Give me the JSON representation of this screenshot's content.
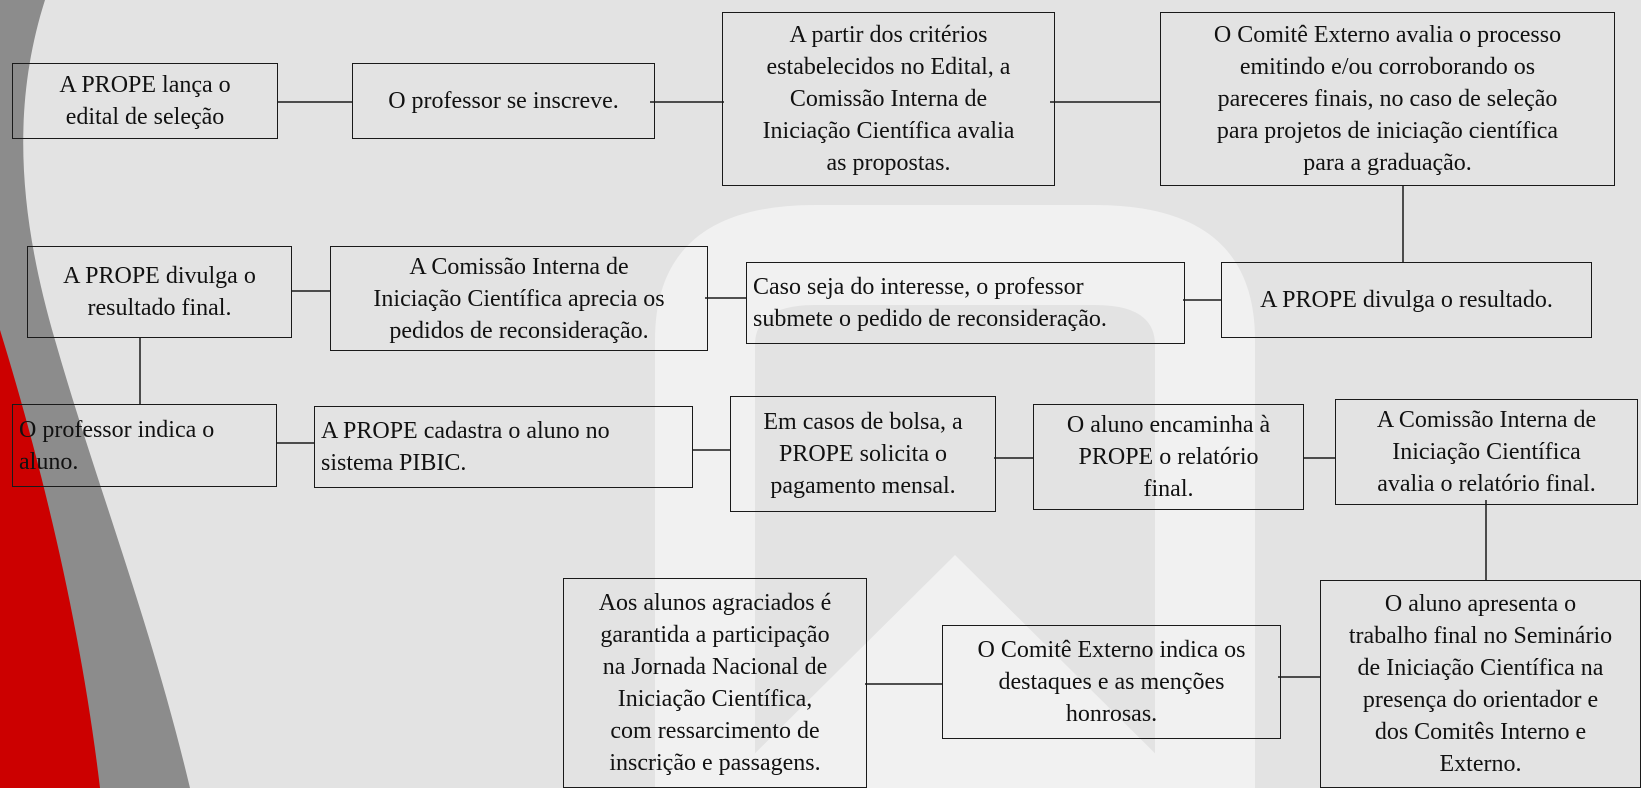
{
  "steps": {
    "s1": "A PROPE lança o\nedital de seleção",
    "s2": "O professor se inscreve.",
    "s3": "A partir dos critérios\nestabelecidos no Edital, a\nComissão Interna de\nIniciação Científica avalia\nas propostas.",
    "s4": "O Comitê Externo avalia o processo\nemitindo e/ou corroborando os\npareceres finais, no caso de seleção\npara projetos de iniciação científica\npara a graduação.",
    "s5": "A PROPE divulga o resultado.",
    "s6": "Caso seja do interesse, o professor\nsubmete o pedido de reconsideração.",
    "s7": "A Comissão Interna de\nIniciação Científica aprecia os\npedidos de reconsideração.",
    "s8": "A PROPE divulga o\nresultado final.",
    "s9": "O professor indica o\naluno.",
    "s10": "A PROPE cadastra o aluno no\nsistema PIBIC.",
    "s11": "Em casos de bolsa, a\nPROPE solicita o\npagamento mensal.",
    "s12": "O aluno encaminha à\nPROPE o relatório\nfinal.",
    "s13": "A Comissão Interna de\nIniciação Científica\navalia o relatório final.",
    "s14": "O aluno apresenta o\ntrabalho final no Seminário\nde Iniciação Científica na\npresença do orientador e\ndos Comitês Interno e\nExterno.",
    "s15": "O Comitê Externo indica os\ndestaques e as menções\nhonrosas.",
    "s16": "Aos alunos agraciados é\ngarantida a participação\nna Jornada Nacional de\nIniciação Científica,\ncom ressarcimento de\ninscrição e passagens."
  },
  "colors": {
    "background": "#e3e3e3",
    "watermark": "#f2f2f2",
    "ribbon_gray": "#8c8c8c",
    "ribbon_red": "#cc0000",
    "border": "#1a1a1a"
  }
}
